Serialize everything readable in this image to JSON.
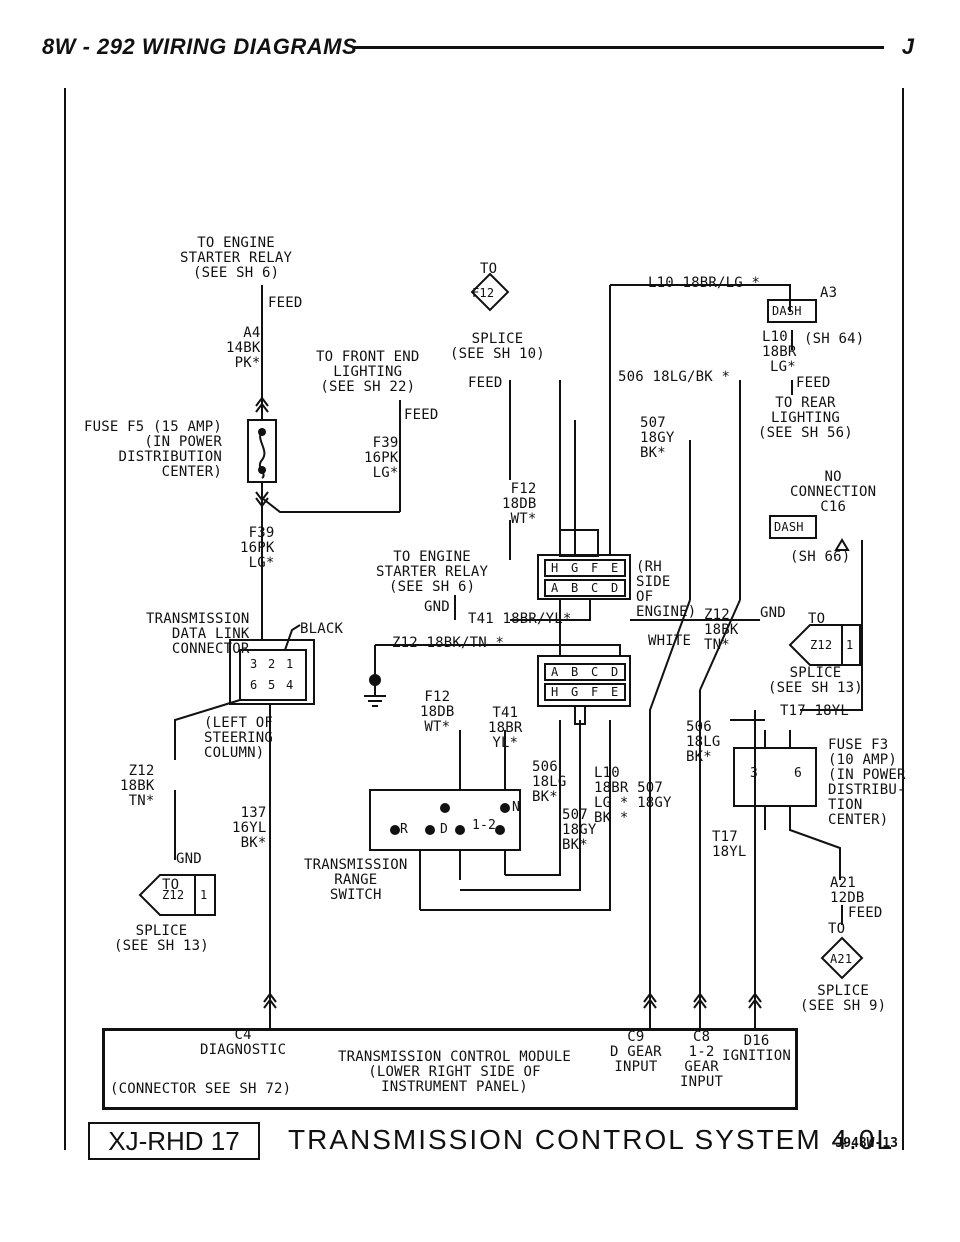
{
  "header": {
    "left": "8W - 292   WIRING DIAGRAMS",
    "right": "J"
  },
  "labels": {
    "to_engine_starter_top": "TO ENGINE\nSTARTER RELAY\n(SEE SH 6)",
    "feed_a4": "FEED",
    "a4_wire": "A4\n14BK\nPK*",
    "fuse_f5": "FUSE F5 (15 AMP)\n(IN POWER\nDISTRIBUTION\nCENTER)",
    "to_front_end": "TO FRONT END\nLIGHTING\n(SEE SH 22)",
    "feed_f39": "FEED",
    "f39_wire_top": "F39\n16PK\nLG*",
    "to_f12": "TO",
    "f12_tri": "F12",
    "splice_sh10": "SPLICE\n(SEE SH 10)",
    "feed_f12": "FEED",
    "l10_top": "L10 18BR/LG *",
    "a3": "A3",
    "dash_a3": "DASH",
    "l10_sh64": "L10\n18BR",
    "sh64": "(SH 64)",
    "lg_star": "LG*",
    "feed_rear": "FEED",
    "to_rear": "TO REAR\nLIGHTING\n(SEE SH 56)",
    "w506_top": "506 18LG/BK *",
    "w507_top": "507\n18GY\nBK*",
    "f12_wire": "F12\n18DB\nWT*",
    "no_connection": "NO\nCONNECTION\nC16",
    "dash_c16": "DASH",
    "sh66": "(SH 66)",
    "f39_wire_bot": "F39\n16PK\nLG*",
    "to_engine_starter_mid": "TO ENGINE\nSTARTER RELAY\n(SEE SH 6)",
    "gnd_t41": "GND",
    "t41_wire": "T41 18BR/YL*",
    "rh_side": "(RH\nSIDE\nOF\nENGINE)",
    "z12_right": "Z12\n18BK\nTN*",
    "gnd_right": "GND",
    "to_z12_right": "TO",
    "z12_tri_right": "Z12",
    "z12_tri_right_n": "1",
    "splice_sh13_right": "SPLICE\n(SEE SH 13)",
    "tdl_connector": "TRANSMISSION\nDATA LINK\nCONNECTOR",
    "black": "BLACK",
    "z12_mid": "Z12 18BK/TN *",
    "white": "WHITE",
    "t17_top": "T17 18YL",
    "left_of_steering": "(LEFT OF\nSTEERING\nCOLUMN)",
    "f12_wire_bot": "F12\n18DB\nWT*",
    "t41_wire_bot": "T41\n18BR\nYL*",
    "w506_right": "506\n18LG\nBK*",
    "fuse_f3": "FUSE F3\n(10 AMP)\n(IN POWER\nDISTRIBU-\nTION\nCENTER)",
    "z12_left": "Z12\n18BK\nTN*",
    "w506_mid": "506\n18LG\nBK*",
    "l10_mid": "L10\n18BR 507\nLG * 18GY\nBK *",
    "w507_mid": "507\n18GY\nBK*",
    "w137": "137\n16YL\nBK*",
    "t17_mid": "T17\n18YL",
    "gnd_left": "GND",
    "to_left": "TO",
    "z12_tri_left": "Z12",
    "z12_tri_left_n": "1",
    "splice_sh13_left": "SPLICE\n(SEE SH 13)",
    "trs": "TRANSMISSION\nRANGE\nSWITCH",
    "a21_wire": "A21\n12DB",
    "feed_a21": "FEED",
    "to_a21": "TO",
    "a21_tri": "A21",
    "splice_sh9": "SPLICE\n(SEE SH 9)",
    "sw_r": "R",
    "sw_d": "D",
    "sw_n": "N",
    "sw_12": "1-2",
    "conn_top_upper": [
      "H",
      "G",
      "F",
      "E"
    ],
    "conn_top_lower": [
      "A",
      "B",
      "C",
      "D"
    ],
    "conn_mid_upper": [
      "A",
      "B",
      "C",
      "D"
    ],
    "conn_mid_lower": [
      "H",
      "G",
      "F",
      "E"
    ],
    "tdl_top": [
      "3",
      "2",
      "1"
    ],
    "tdl_bot": [
      "6",
      "5",
      "4"
    ],
    "fuse_f3_pins": [
      "3",
      "6"
    ]
  },
  "module": {
    "c4": "C4\nDIAGNOSTIC",
    "connector_note": "(CONNECTOR SEE SH 72)",
    "title": "TRANSMISSION CONTROL MODULE\n(LOWER RIGHT SIDE OF\nINSTRUMENT PANEL)",
    "c9": "C9\nD GEAR\nINPUT",
    "c8": "C8\n1-2\nGEAR\nINPUT",
    "d16": "D16\nIGNITION"
  },
  "footer": {
    "badge": "XJ-RHD 17",
    "title": "TRANSMISSION CONTROL SYSTEM 4.0L",
    "ref": "J948W-13"
  }
}
